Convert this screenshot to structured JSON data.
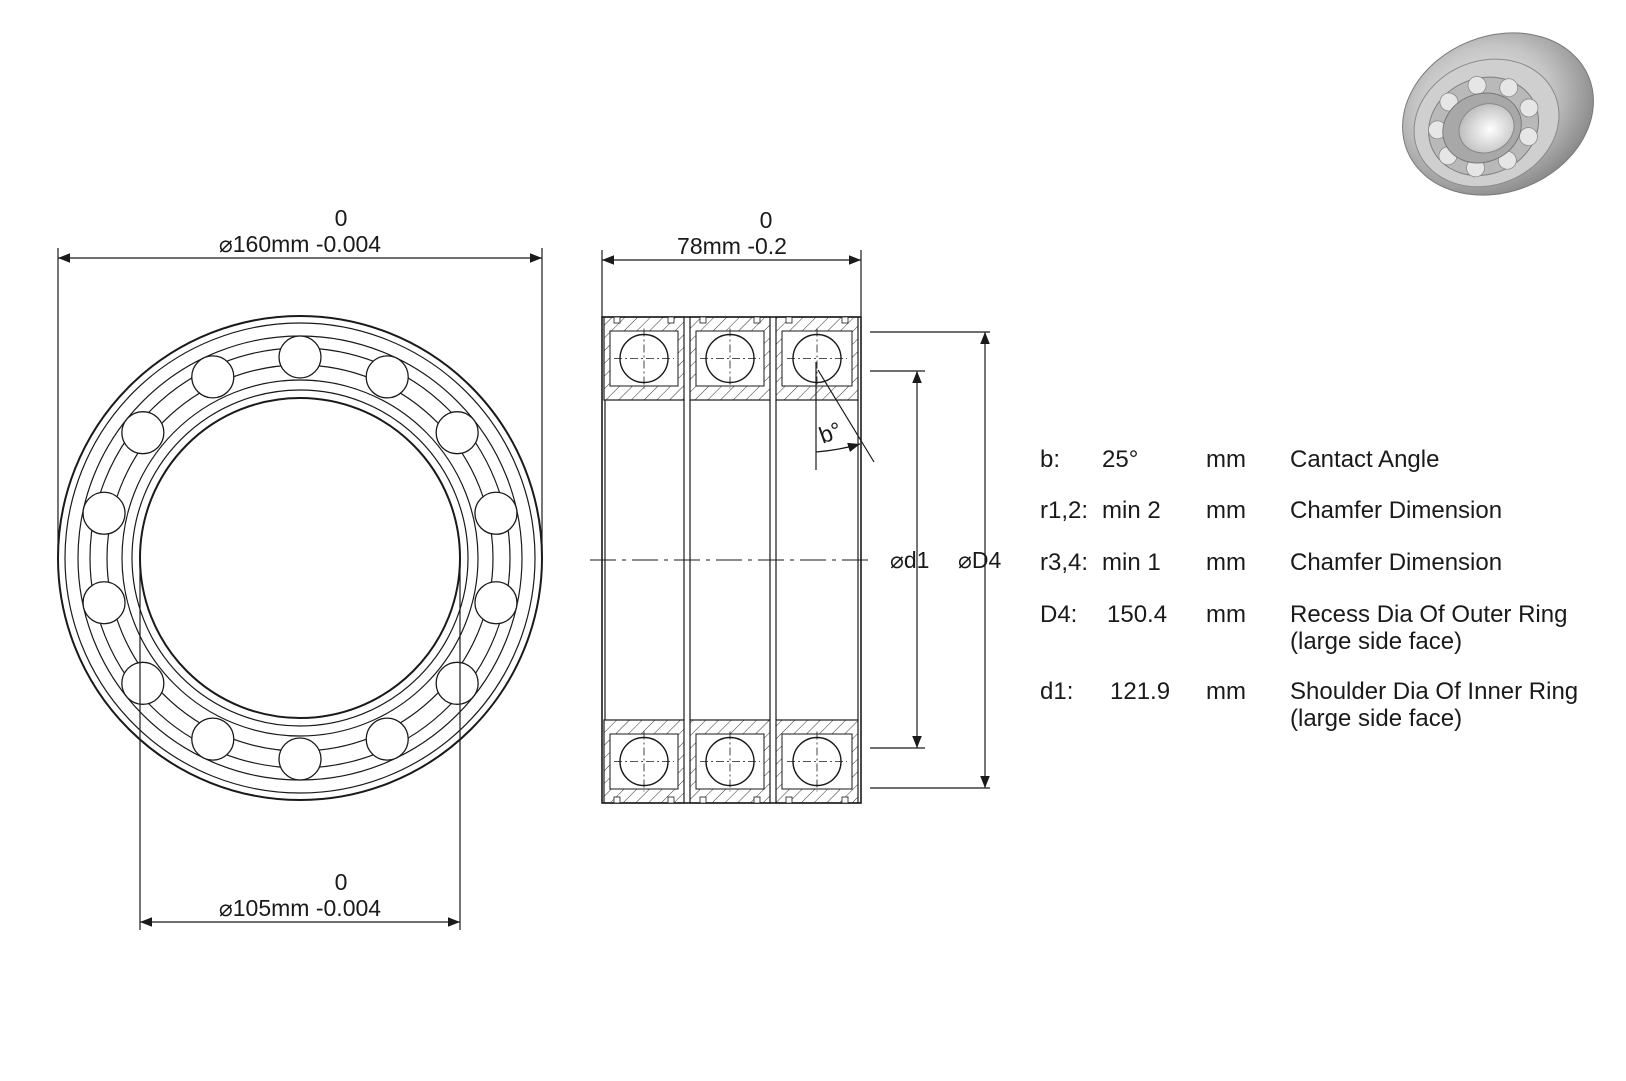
{
  "dimensions": {
    "outer_diameter": {
      "symbol": "⌀",
      "value": "160mm -0.004",
      "upper_tol": "0"
    },
    "width": {
      "value": "78mm -0.2",
      "upper_tol": "0"
    },
    "inner_diameter": {
      "symbol": "⌀",
      "value": "105mm -0.004",
      "upper_tol": "0"
    },
    "d1_label": "⌀d1",
    "D4_label": "⌀D4",
    "angle_label": "b°"
  },
  "specs": [
    {
      "key": "b:",
      "value": "25°",
      "unit": "mm",
      "description": "Cantact Angle",
      "description2": ""
    },
    {
      "key": "r1,2:",
      "value": "min 2",
      "unit": "mm",
      "description": "Chamfer Dimension",
      "description2": ""
    },
    {
      "key": "r3,4:",
      "value": "min 1",
      "unit": "mm",
      "description": "Chamfer Dimension",
      "description2": ""
    },
    {
      "key": "D4:",
      "value": "150.4",
      "unit": "mm",
      "description": "Recess Dia Of Outer Ring",
      "description2": "(large side face)"
    },
    {
      "key": "d1:",
      "value": "121.9",
      "unit": "mm",
      "description": "Shoulder Dia Of Inner Ring",
      "description2": "(large side face)"
    }
  ]
}
